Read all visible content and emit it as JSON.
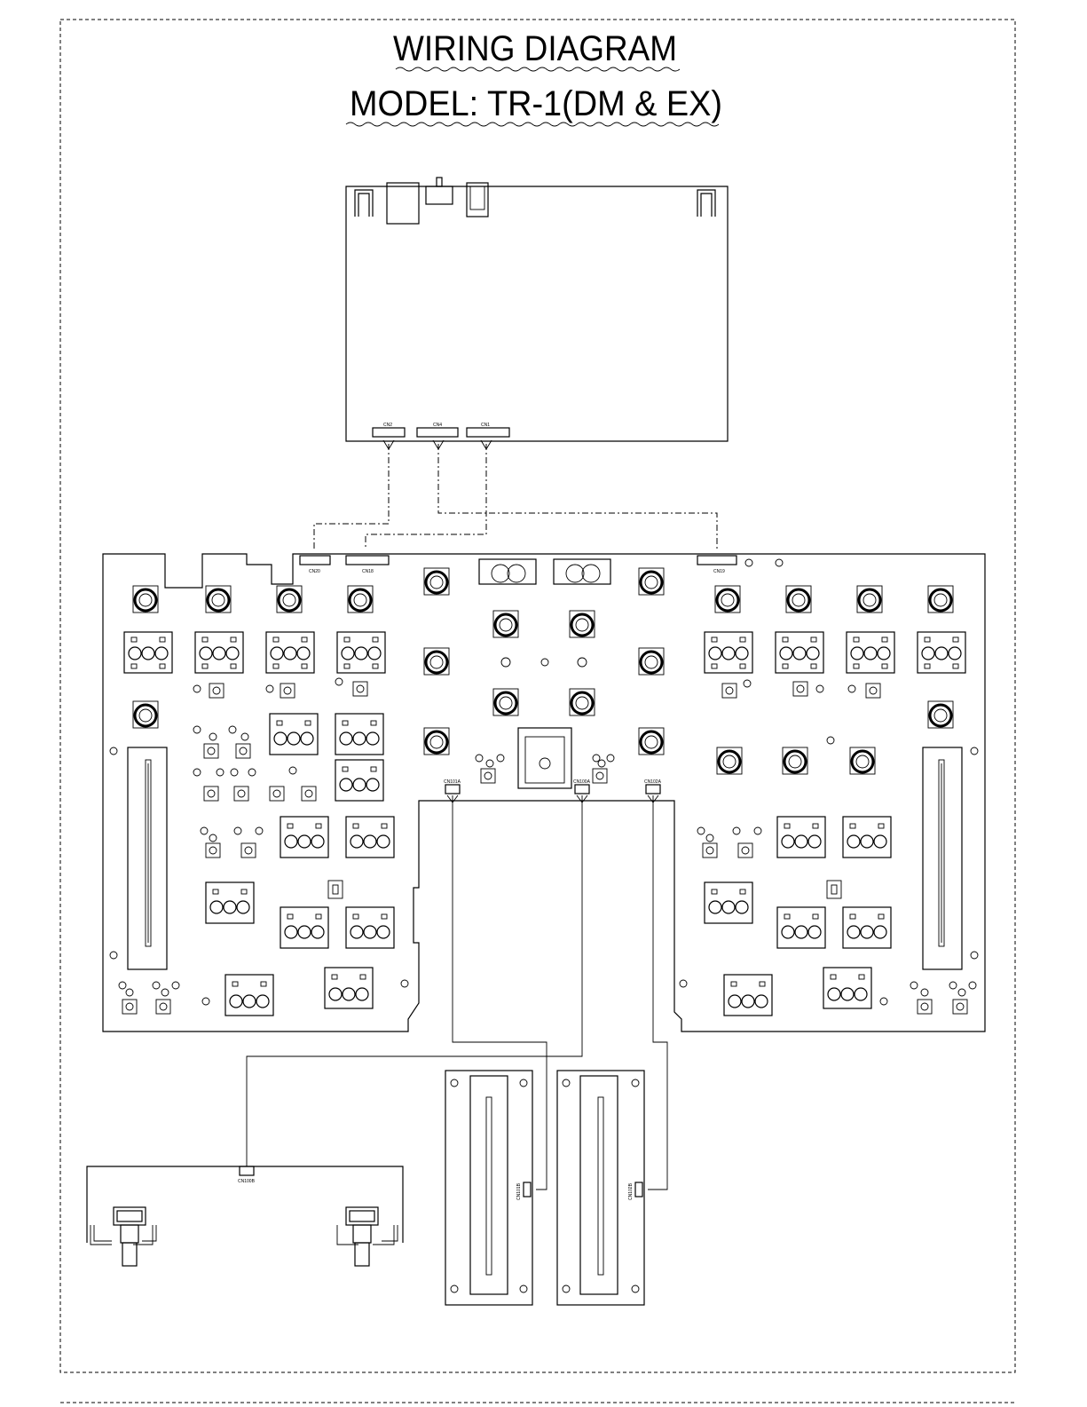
{
  "title": {
    "line1": "WIRING DIAGRAM",
    "line2": "MODEL: TR-1(DM & EX)"
  },
  "connectors": {
    "main_cn2": "CN2",
    "main_cn4": "CN4",
    "main_cn1": "CN1",
    "mixer_cn20": "CN20",
    "mixer_cn18": "CN18",
    "mixer_cn19": "CN19",
    "mixer_cn101a": "CN101A",
    "mixer_cn100a": "CN100A",
    "mixer_cn102a": "CN102A",
    "jack_cn100b": "CN100B",
    "fader1_cn101b": "CN101B",
    "fader2_cn102b": "CN102B"
  },
  "colors": {
    "ink": "#000000",
    "paper": "#ffffff"
  }
}
